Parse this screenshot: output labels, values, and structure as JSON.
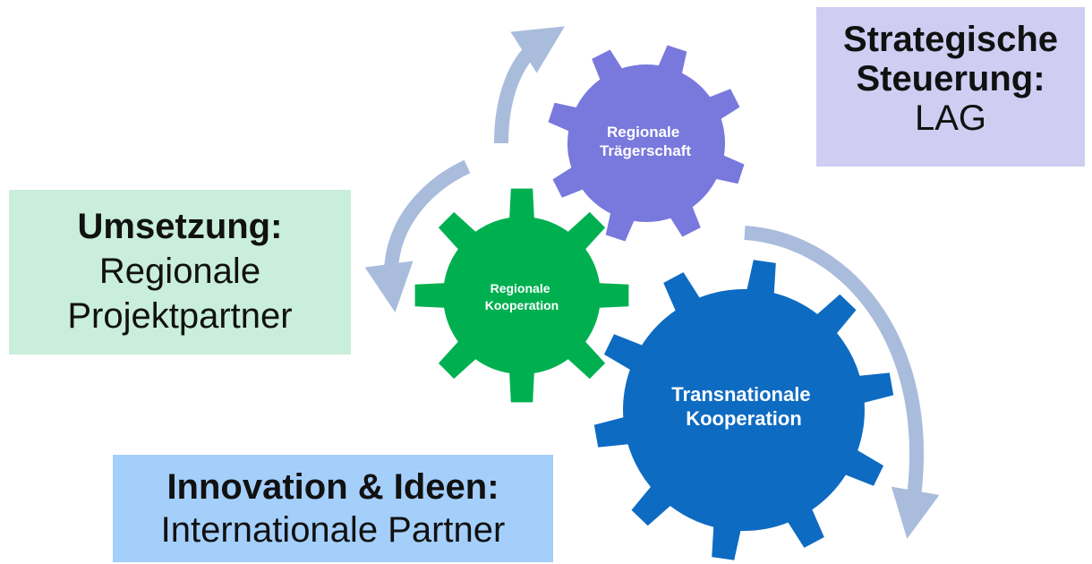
{
  "colors": {
    "arrow": "#a9bcdc",
    "gear_regionale_traegerschaft": "#7878dd",
    "gear_regionale_kooperation": "#00b050",
    "gear_transnationale_kooperation": "#0e6bc2"
  },
  "gears": {
    "regionale_traegerschaft": {
      "line1": "Regionale",
      "line2": "Trägerschaft"
    },
    "regionale_kooperation": {
      "line1": "Regionale",
      "line2": "Kooperation"
    },
    "transnationale_kooperation": {
      "line1": "Transnationale",
      "line2": "Kooperation"
    }
  },
  "boxes": {
    "strategie": {
      "line1": "Strategische",
      "line2": "Steuerung:",
      "line3": "LAG"
    },
    "umsetzung": {
      "line1": "Umsetzung:",
      "line2": "Regionale",
      "line3": "Projektpartner"
    },
    "innovation": {
      "line1": "Innovation & Ideen:",
      "line2": "Internationale Partner"
    }
  }
}
